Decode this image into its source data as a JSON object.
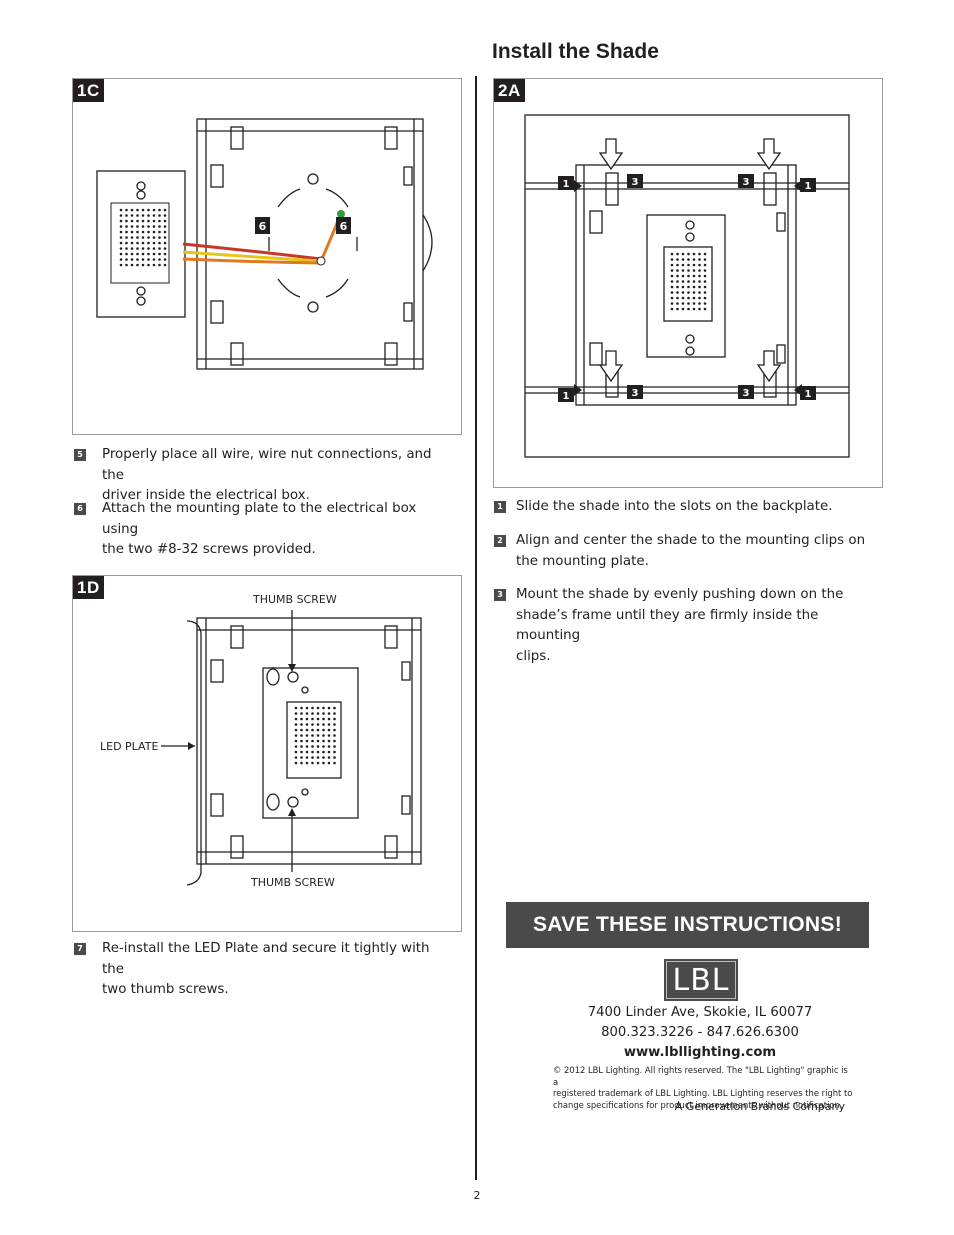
{
  "section_title": "Install the Shade",
  "figures": {
    "f1c": {
      "tag": "1C",
      "callouts": [
        "6",
        "6"
      ]
    },
    "f1d": {
      "tag": "1D",
      "thumb_top": "THUMB SCREW",
      "thumb_bottom": "THUMB SCREW",
      "led_plate": "LED PLATE"
    },
    "f2a": {
      "tag": "2A",
      "callouts": [
        "1",
        "3",
        "3",
        "1",
        "1",
        "3",
        "3",
        "1"
      ]
    }
  },
  "steps_left_a": [
    {
      "num": "5",
      "lines": [
        "Properly place all wire, wire nut connections, and the",
        "driver inside the electrical box."
      ]
    },
    {
      "num": "6",
      "lines": [
        "Attach the mounting plate to the electrical box using",
        "the two #8-32 screws provided."
      ]
    }
  ],
  "steps_left_b": [
    {
      "num": "7",
      "lines": [
        "Re-install the LED Plate and secure it tightly with the",
        "two thumb screws."
      ]
    }
  ],
  "steps_right": [
    {
      "num": "1",
      "lines": [
        "Slide the shade into the slots on the backplate."
      ]
    },
    {
      "num": "2",
      "lines": [
        "Align and center the shade to the mounting clips on",
        "the mounting plate."
      ]
    },
    {
      "num": "3",
      "lines": [
        "Mount the shade by evenly pushing down on the",
        "shade’s frame until they are firmly inside the mounting",
        "clips."
      ]
    }
  ],
  "save_banner": "SAVE THESE INSTRUCTIONS!",
  "logo_text": "LBL",
  "address": "7400 Linder Ave, Skokie, IL 60077",
  "phones": "800.323.3226  -  847.626.6300",
  "website": "www.lbllighting.com",
  "legal_lines": [
    "© 2012 LBL Lighting. All rights reserved. The \"LBL Lighting\" graphic is a",
    "registered trademark of LBL Lighting. LBL Lighting reserves the right to",
    "change specifications for product improvements without notification."
  ],
  "company_tagline": "A Generation Brands Company",
  "page_number": "2",
  "colors": {
    "ink": "#231f20",
    "tag_bg": "#231f20",
    "banner_bg": "#4a4a4a",
    "wire_red": "#c8352b",
    "wire_yellow": "#e6c619",
    "wire_orange": "#e07a1f",
    "wire_green": "#2e9b3c"
  }
}
